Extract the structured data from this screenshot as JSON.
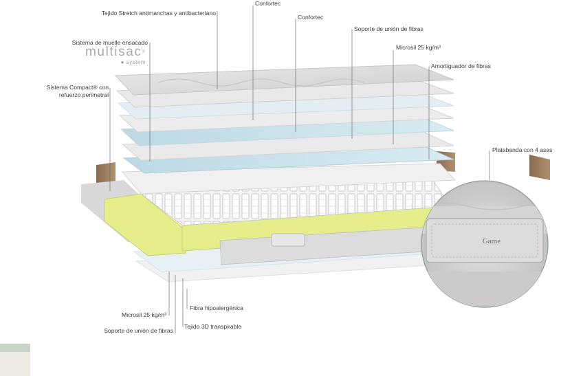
{
  "labels": {
    "tejido_stretch": "Tejido Stretch antimanchas y antibacteriano",
    "confortec_1": "Confortec",
    "confortec_2": "Confortec",
    "soporte_top": "Soporte de unión de fibras",
    "microsil_top": "Microsil 25 kg/m³",
    "amortiguador": "Amortiguador de fibras",
    "muelle": "Sistema de muelle ensacado",
    "compact_1": "Sistema Compact® con",
    "compact_2": "refuerzo perimetral",
    "platabanda": "Platabanda con 4 asas",
    "fibra": "Fibra hipoalergénica",
    "microsil_bottom": "Microsil 25 kg/m³",
    "tejido_3d": "Tejido 3D transpirable",
    "soporte_bottom": "Soporte de unión de fibras"
  },
  "logo": {
    "name": "multisac",
    "mark": "®",
    "sub": "● system"
  },
  "handle_brand": "Game",
  "colors": {
    "fabric": "#d8d8d8",
    "foam_yellow": "#e6ee8c",
    "fiber_blue": "#c7e1ea",
    "wood": "#9a7a5e"
  }
}
